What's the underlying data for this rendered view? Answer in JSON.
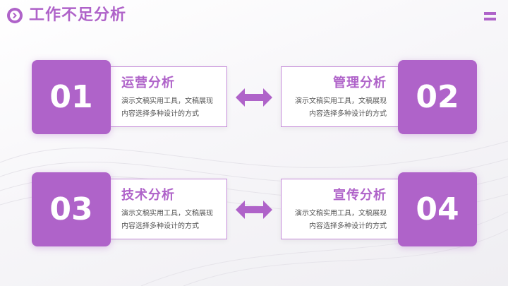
{
  "header": {
    "title": "工作不足分析",
    "icon": "chevron-right-circle-icon",
    "menu_icon": "menu-icon"
  },
  "colors": {
    "accent": "#af63c9",
    "border": "#c48ad8",
    "text_gray": "#555555",
    "background": "#f5f4f7"
  },
  "cards": [
    {
      "number": "01",
      "title": "运营分析",
      "desc_line1": "演示文稿实用工具，文稿展现",
      "desc_line2": "内容选择多种设计的方式",
      "align": "left"
    },
    {
      "number": "02",
      "title": "管理分析",
      "desc_line1": "演示文稿实用工具，文稿展现",
      "desc_line2": "内容选择多种设计的方式",
      "align": "right"
    },
    {
      "number": "03",
      "title": "技术分析",
      "desc_line1": "演示文稿实用工具，文稿展现",
      "desc_line2": "内容选择多种设计的方式",
      "align": "left"
    },
    {
      "number": "04",
      "title": "宣传分析",
      "desc_line1": "演示文稿实用工具，文稿展现",
      "desc_line2": "内容选择多种设计的方式",
      "align": "right"
    }
  ],
  "connectors": [
    {
      "icon": "double-arrow-icon"
    },
    {
      "icon": "double-arrow-icon"
    }
  ]
}
